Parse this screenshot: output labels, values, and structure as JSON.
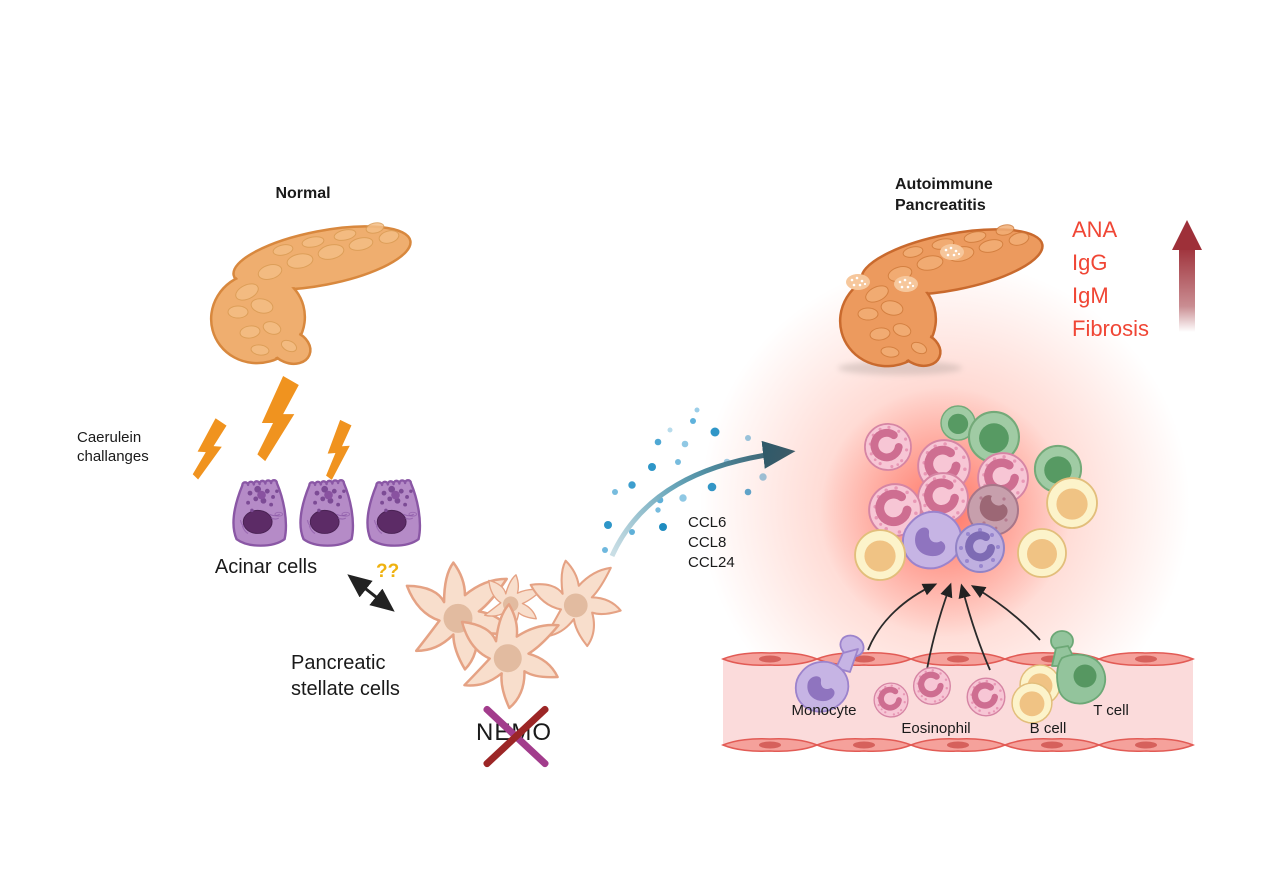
{
  "figure": {
    "left": {
      "title": "Normal",
      "stressor": "Caerulein\nchallanges",
      "acinar": "Acinar cells",
      "uncertainty": "??",
      "stellate": "Pancreatic\nstellate cells",
      "knockout": "NEMO"
    },
    "secretion": {
      "chemokines": "CCL6\nCCL8\nCCL24"
    },
    "right": {
      "title": "Autoimmune\nPancreatitis",
      "elevated_markers": "ANA\nIgG\nIgM\nFibrosis",
      "vessel": {
        "monocyte": "Monocyte",
        "eosinophil": "Eosinophil",
        "b_cell": "B cell",
        "t_cell": "T cell"
      }
    },
    "icons": {
      "lightning_bolt": "caerulein-stress-bolt",
      "double_arrow": "acinar-stellate-interaction-arrow",
      "chemokine_dots": "secreted-chemokine-dots",
      "secretion_arrow": "teal-curved-secretion-arrow",
      "elevation_arrow": "red-gradient-up-arrow",
      "knockout_cross": "nemo-knockout-x",
      "recruitment_arrows": "vessel-to-lesion-arrows"
    },
    "colors": {
      "marker_red": "#F04635",
      "uncertainty_gold": "#EFB210",
      "chemokine_teal": "#14566B",
      "bolt_orange": "#F0931F",
      "knockout_red": "#9C2626",
      "knockout_magenta": "#A23C8C",
      "pancreas_normal": "#EFAE6F",
      "pancreas_inflamed": "#EC9A5E",
      "acinar_purple": "#B58BC7",
      "stellate_peach": "#F8DECC",
      "vessel_pink": "#FBDBDB",
      "inflammation_glow": "#FF5040"
    }
  }
}
